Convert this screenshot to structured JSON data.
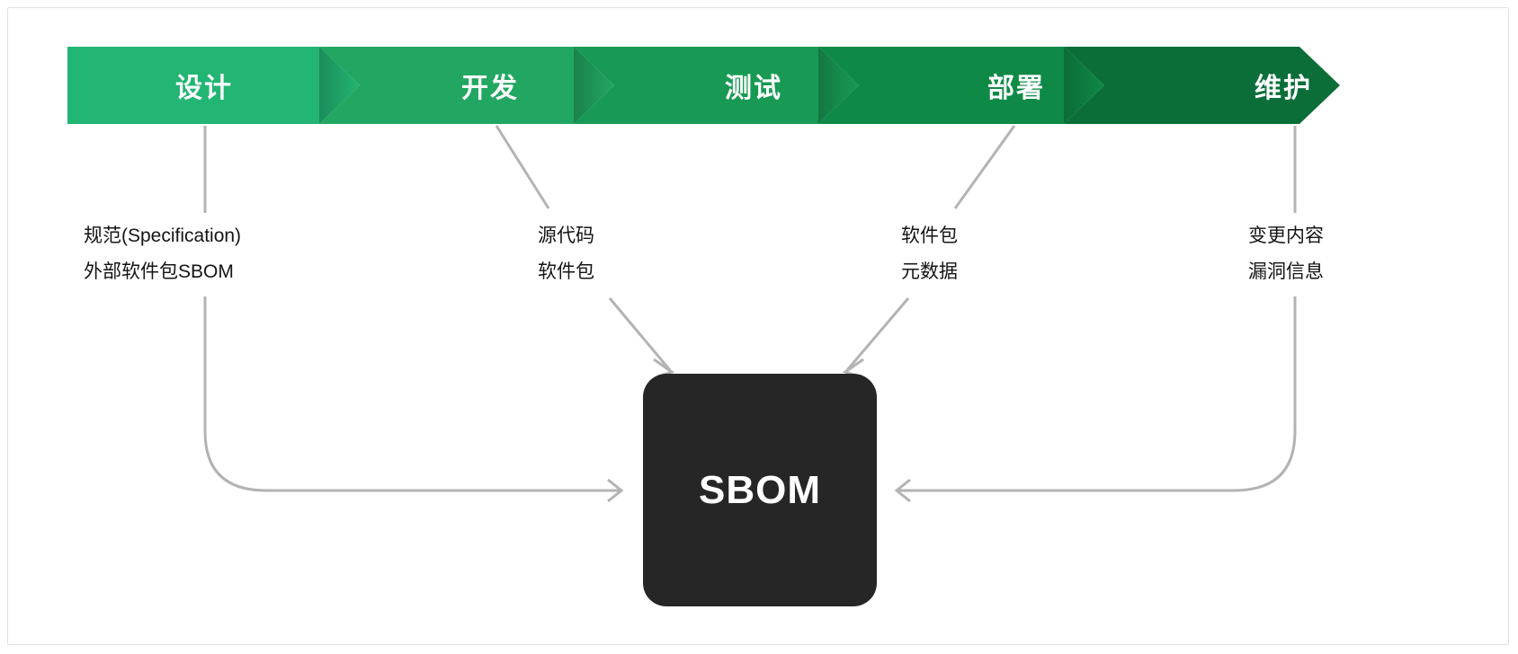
{
  "diagram": {
    "title_node": {
      "label": "SBOM"
    },
    "pipeline": {
      "stages": [
        {
          "label": "设计",
          "color": "#22b573"
        },
        {
          "label": "开发",
          "color": "#22a762"
        },
        {
          "label": "测试",
          "color": "#189a54"
        },
        {
          "label": "部署",
          "color": "#0e8a46"
        },
        {
          "label": "维护",
          "color": "#0b6e39"
        }
      ]
    },
    "inputs": [
      {
        "from_stage": "设计",
        "lines": [
          "规范(Specification)",
          "外部软件包SBOM"
        ]
      },
      {
        "from_stage": "开发",
        "lines": [
          "源代码",
          "软件包"
        ]
      },
      {
        "from_stage": "部署",
        "lines": [
          "软件包",
          "元数据"
        ]
      },
      {
        "from_stage": "维护",
        "lines": [
          "变更内容",
          "漏洞信息"
        ]
      }
    ],
    "colors": {
      "connector": "#b3b3b3",
      "node_fill": "#262626",
      "node_text": "#ffffff",
      "note_text": "#141414",
      "page_background": "#ffffff"
    }
  }
}
